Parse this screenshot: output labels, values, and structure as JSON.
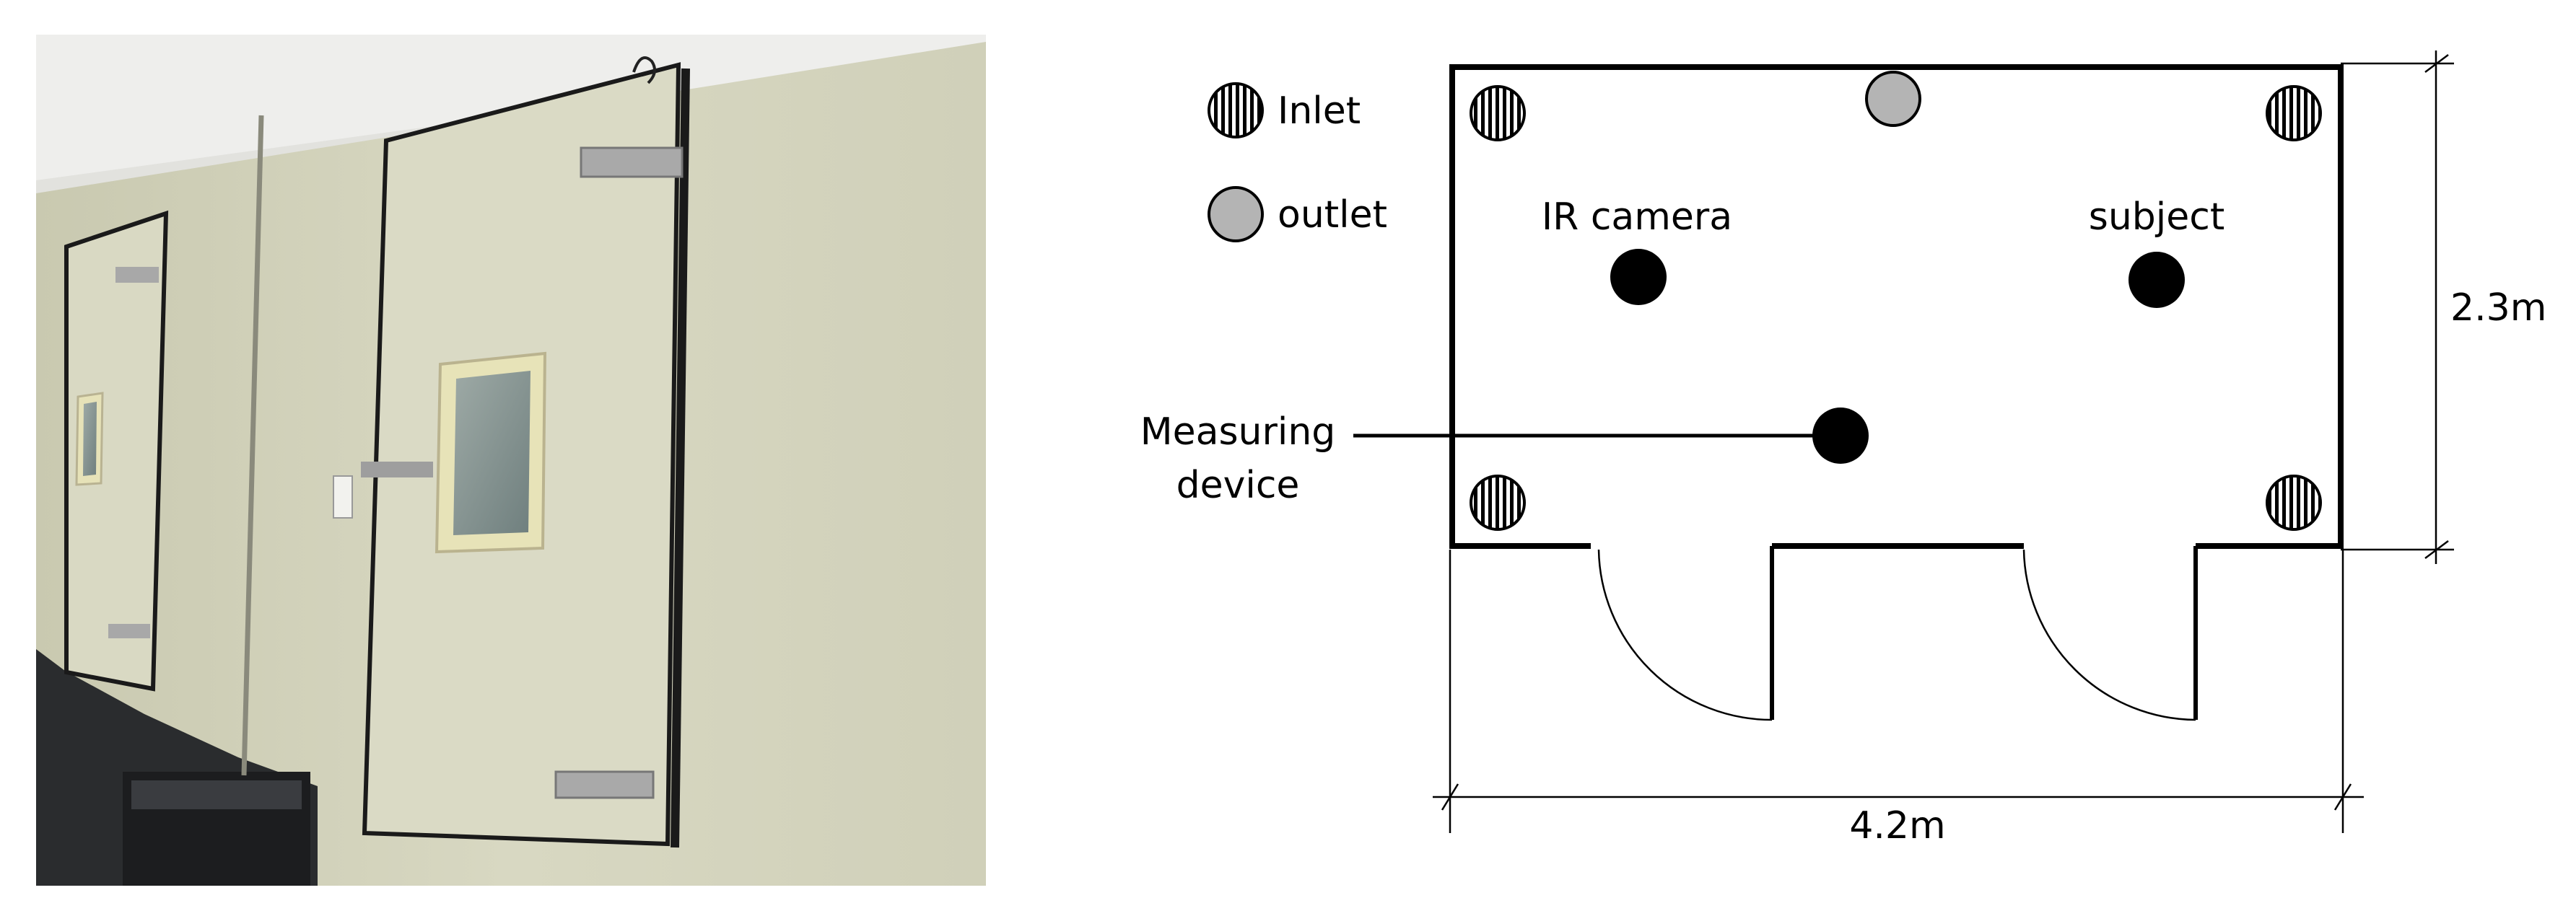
{
  "legend": {
    "inlet_label": "Inlet",
    "outlet_label": "outlet"
  },
  "labels": {
    "ir_camera": "IR camera",
    "subject": "subject",
    "measuring_device_line1": "Measuring",
    "measuring_device_line2": "device"
  },
  "dimensions": {
    "height": "2.3m",
    "width": "4.2m"
  },
  "colors": {
    "chamber_wall": "#d6d6bf",
    "door_panel": "#dcdcc6",
    "ceiling": "#e6e6e2",
    "outlet_fill": "#b4b4b4",
    "marker": "#000000",
    "diagram_line": "#000000"
  },
  "icons": {
    "inlet": "inlet-icon",
    "outlet": "outlet-icon",
    "marker": "dot-icon"
  }
}
